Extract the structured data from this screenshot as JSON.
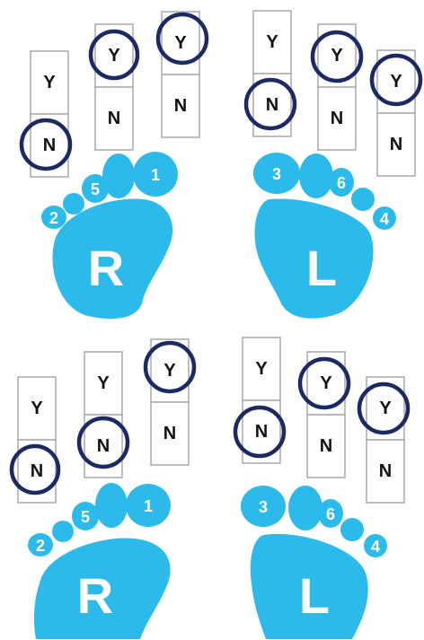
{
  "colors": {
    "foot": "#2bbaea",
    "circle": "#1b2a63",
    "box_border": "#a9a9a9",
    "text": "#111111"
  },
  "labels": {
    "yes": "Y",
    "no": "N"
  },
  "panels": [
    {
      "feet": [
        {
          "letter": "R",
          "toes": [
            "2",
            "5",
            "",
            "1"
          ]
        },
        {
          "letter": "L",
          "toes": [
            "3",
            "6",
            "",
            "4"
          ]
        }
      ],
      "answers": [
        "N",
        "Y",
        "Y",
        "N",
        "Y",
        "Y"
      ]
    },
    {
      "feet": [
        {
          "letter": "R",
          "toes": [
            "2",
            "5",
            "",
            "1"
          ]
        },
        {
          "letter": "L",
          "toes": [
            "3",
            "6",
            "",
            "4"
          ]
        }
      ],
      "answers": [
        "N",
        "N",
        "Y",
        "N",
        "Y",
        "Y"
      ]
    }
  ]
}
